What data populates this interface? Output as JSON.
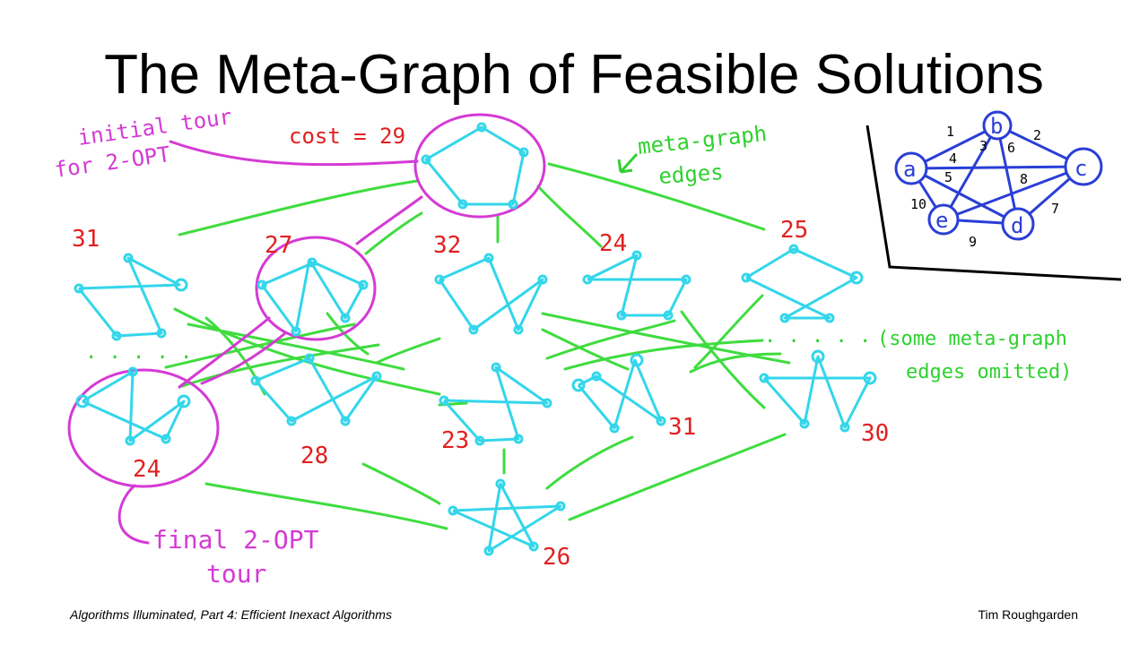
{
  "slide": {
    "title": "The Meta-Graph of Feasible Solutions",
    "footer_left": "Algorithms Illuminated, Part 4: Efficient Inexact Algorithms",
    "footer_right": "Tim Roughgarden"
  },
  "annotations": {
    "initial_tour": [
      "initial tour",
      "for 2-OPT"
    ],
    "cost_label": "cost = 29",
    "meta_edges": [
      "meta-graph",
      "edges"
    ],
    "omitted": [
      "(some meta-graph",
      "edges omitted)"
    ],
    "dots": ". . . . .",
    "final_tour": [
      "final 2-OPT",
      "tour"
    ]
  },
  "tours": [
    {
      "cost": "29"
    },
    {
      "cost": "31"
    },
    {
      "cost": "27"
    },
    {
      "cost": "32"
    },
    {
      "cost": "24"
    },
    {
      "cost": "25"
    },
    {
      "cost": "24"
    },
    {
      "cost": "28"
    },
    {
      "cost": "23"
    },
    {
      "cost": "31"
    },
    {
      "cost": "30"
    },
    {
      "cost": "26"
    }
  ],
  "inset_graph": {
    "vertices": [
      "a",
      "b",
      "c",
      "d",
      "e"
    ],
    "edge_weights": [
      "1",
      "2",
      "3",
      "4",
      "5",
      "6",
      "7",
      "8",
      "9",
      "10"
    ]
  },
  "colors": {
    "tour": "#33d6ea",
    "meta_edge": "#3fdc3f",
    "highlight": "#d43ad4",
    "cost": "#e02020",
    "inset": "#2a3ed6",
    "annotation_green": "#2fd12f"
  }
}
